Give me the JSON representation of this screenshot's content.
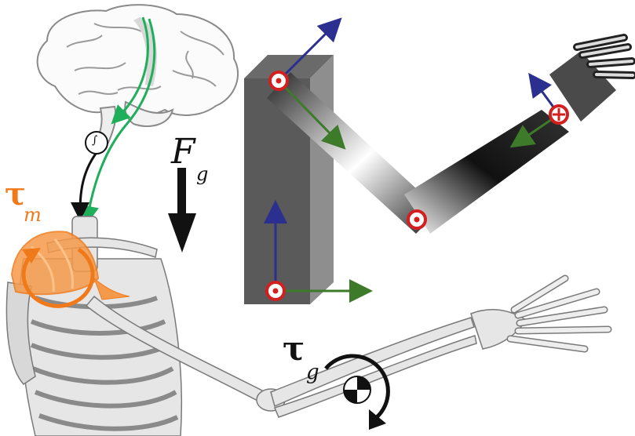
{
  "labels": {
    "muscle_torque_symbol": "τ",
    "muscle_torque_subscript": "m",
    "gravity_force_symbol": "F",
    "gravity_force_subscript": "g",
    "gravity_torque_symbol": "τ",
    "gravity_torque_subscript": "g",
    "integrator_symbol": "∫"
  },
  "colors": {
    "muscle": "#f07a1a",
    "neural_signal": "#1fae5a",
    "frame_z_axis": "#2b2f8f",
    "frame_x_axis": "#3d7a2a",
    "joint_marker": "#d21f1f",
    "base_block": "#5a5a5a",
    "bone": "#e8e8e8"
  },
  "icons": [
    "brain-icon",
    "skeleton-icon",
    "robot-arm-icon",
    "center-of-mass-icon"
  ]
}
